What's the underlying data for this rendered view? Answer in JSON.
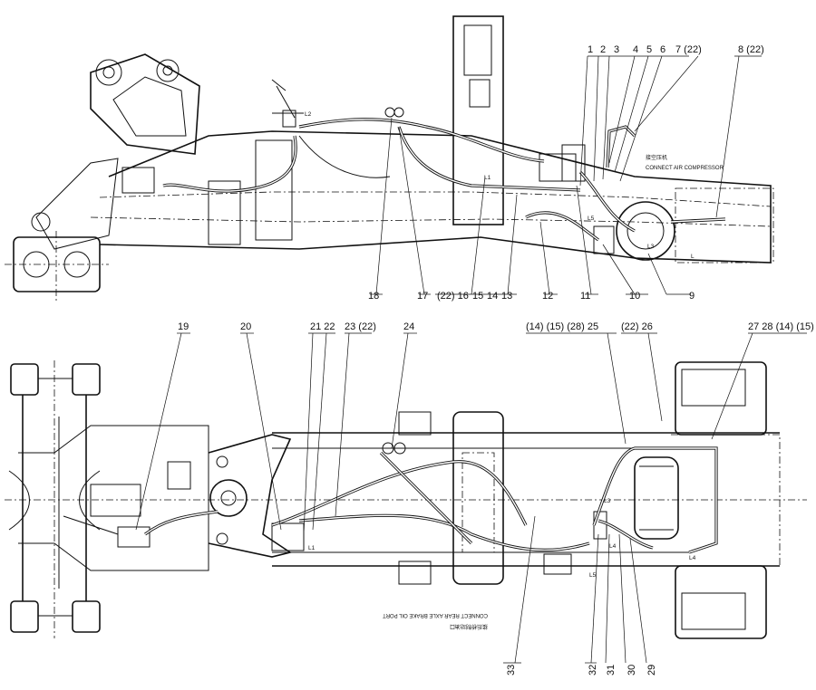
{
  "top_view": {
    "callouts": [
      "1",
      "2",
      "3",
      "4",
      "5",
      "6",
      "7 (22)",
      "8 (22)",
      "9",
      "10",
      "11",
      "12",
      "(22) 16",
      "15",
      "14",
      "13",
      "17",
      "18"
    ],
    "notes": {
      "compressor_cn": "接空压机",
      "compressor_en": "CONNECT AIR COMPRESSOR"
    },
    "tags": [
      "L2",
      "L1",
      "L5",
      "L3",
      "L"
    ]
  },
  "bottom_view": {
    "callouts": [
      "19",
      "20",
      "21 22",
      "23 (22)",
      "24",
      "(14) (15) (28) 25",
      "(22) 26",
      "27 28 (14) (15)",
      "29",
      "30",
      "31",
      "32",
      "33"
    ],
    "notes": {
      "brake_cn": "接后桥制动油口",
      "brake_en": "CONNECT REAR AXLE BRAKE OIL PORT"
    },
    "tags": [
      "L1",
      "L3",
      "L4",
      "L5",
      "L4"
    ]
  }
}
